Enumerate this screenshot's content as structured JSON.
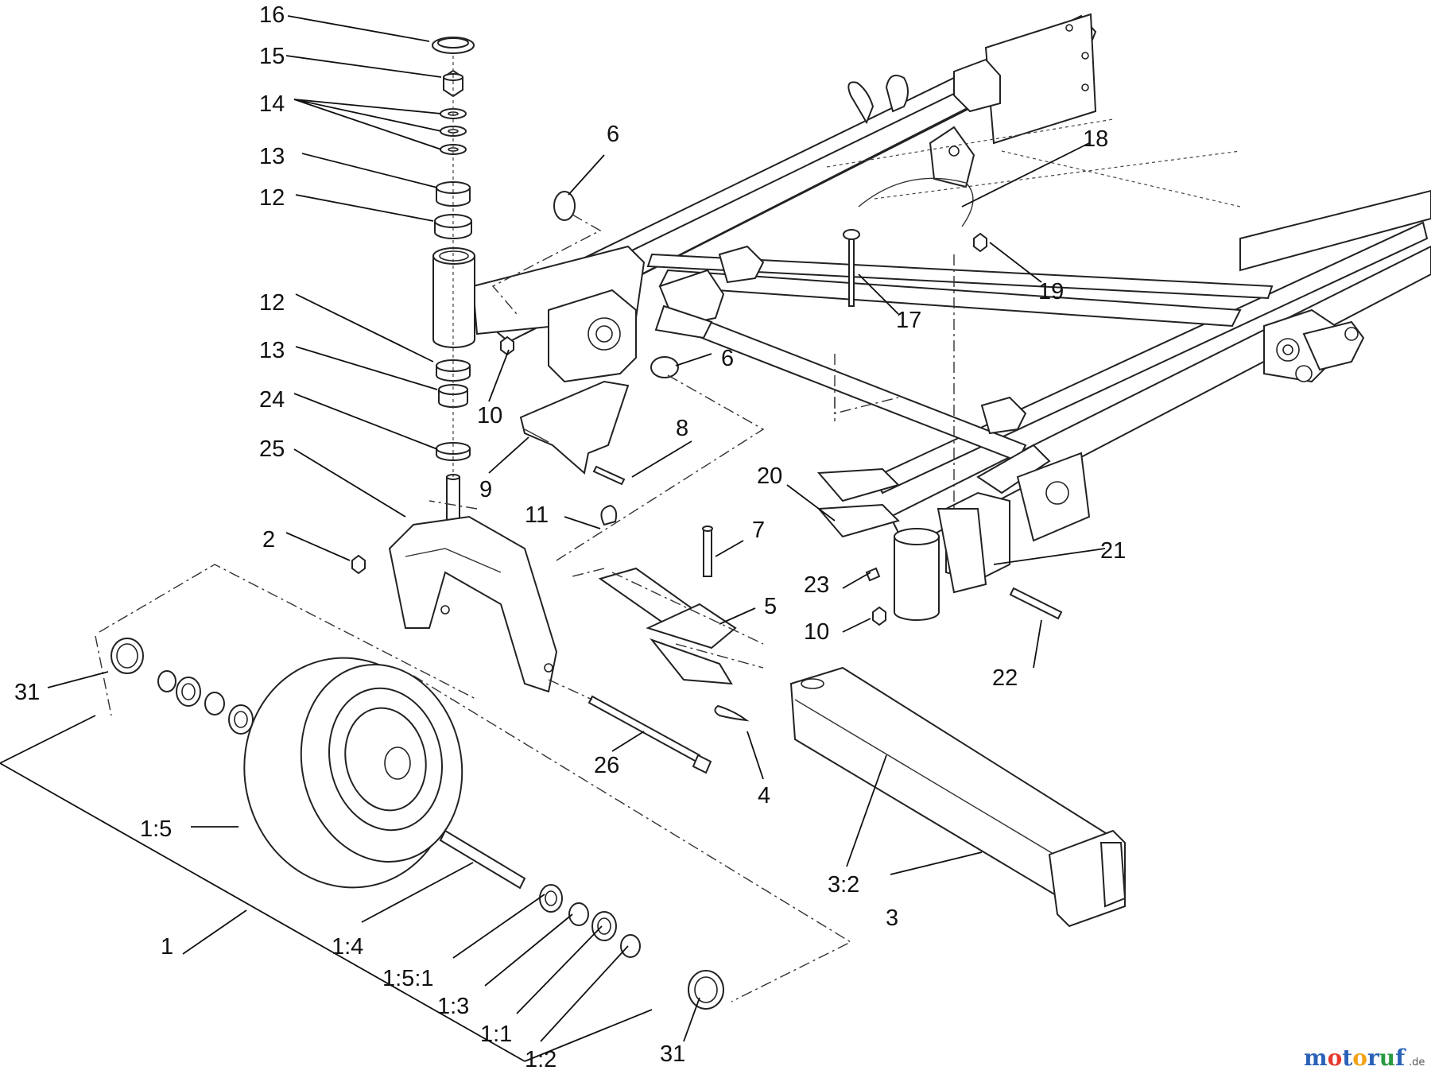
{
  "callouts": {
    "c16": "16",
    "c15": "15",
    "c14": "14",
    "c13a": "13",
    "c12a": "12",
    "c12b": "12",
    "c13b": "13",
    "c24": "24",
    "c25": "25",
    "c2": "2",
    "c31a": "31",
    "c31b": "31",
    "c1": "1",
    "c1_5": "1:5",
    "c1_4": "1:4",
    "c1_5_1": "1:5:1",
    "c1_3": "1:3",
    "c1_1": "1:1",
    "c1_2": "1:2",
    "c6a": "6",
    "c6b": "6",
    "c10a": "10",
    "c10b": "10",
    "c9": "9",
    "c8": "8",
    "c11": "11",
    "c7": "7",
    "c5": "5",
    "c26": "26",
    "c4": "4",
    "c3_2": "3:2",
    "c3": "3",
    "c18": "18",
    "c17": "17",
    "c19": "19",
    "c20": "20",
    "c21": "21",
    "c22": "22",
    "c23": "23"
  },
  "watermark": {
    "text": "motoruf",
    "suffix": ".de"
  }
}
